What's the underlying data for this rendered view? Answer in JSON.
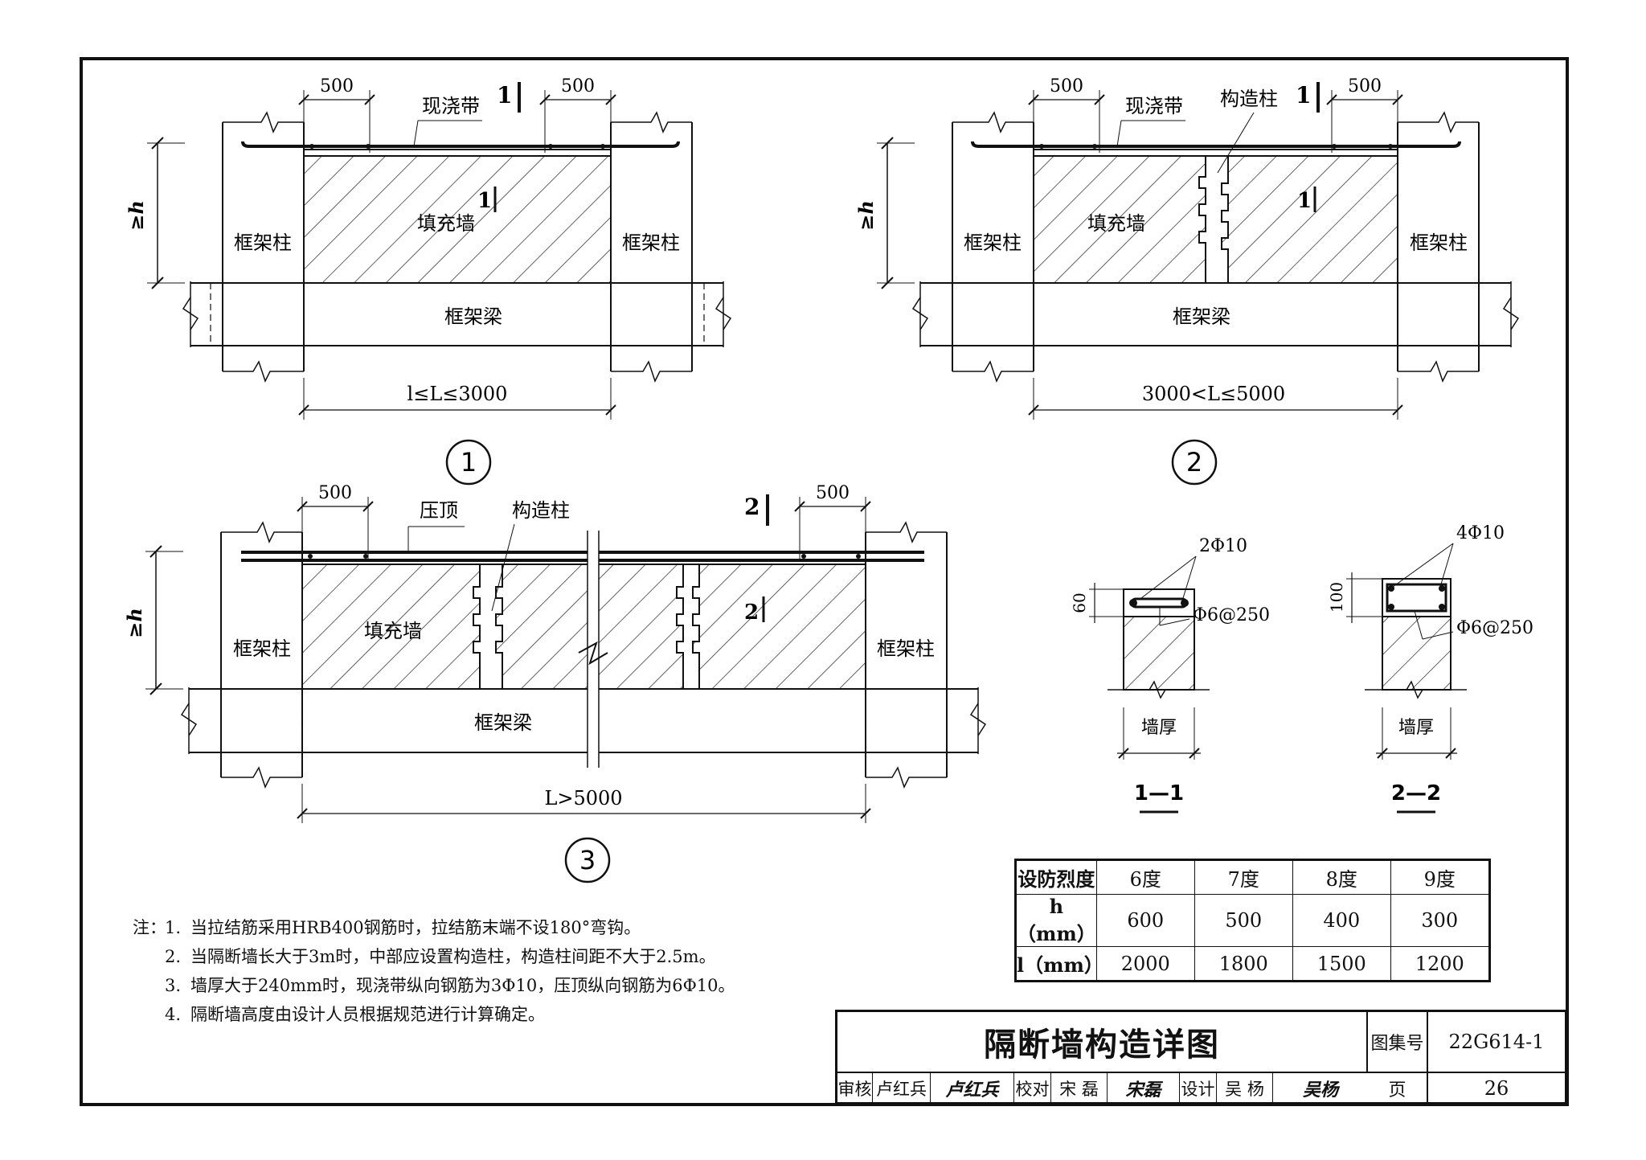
{
  "sheet": {
    "title": "隔断墙构造详图",
    "atlas_label": "图集号",
    "atlas_no": "22G614-1",
    "page_label": "页",
    "page_no": "26",
    "review_label": "审核",
    "review_name": "卢红兵",
    "review_sign": "卢红兵",
    "check_label": "校对",
    "check_name": "宋 磊",
    "check_sign": "宋磊",
    "design_label": "设计",
    "design_name": "吴 杨",
    "design_sign": "吴杨"
  },
  "diagrams": {
    "dim_500": "500",
    "cast_band": "现浇带",
    "struct_col": "构造柱",
    "coping": "压顶",
    "fill_wall": "填充墙",
    "frame_col": "框架柱",
    "frame_beam": "框架梁",
    "h_label": "≥h",
    "sec1_mark": "1",
    "sec2_mark": "2",
    "span1": "l≤L≤3000",
    "span2": "3000<L≤5000",
    "span3": "L>5000",
    "id1": "1",
    "id2": "2",
    "id3": "3"
  },
  "sections": {
    "s1": {
      "top_bar": "2Φ10",
      "stirrup": "Φ6@250",
      "height": "60",
      "width": "墙厚",
      "name": "1—1"
    },
    "s2": {
      "top_bar": "4Φ10",
      "stirrup": "Φ6@250",
      "height": "100",
      "width": "墙厚",
      "name": "2—2"
    }
  },
  "table": {
    "header": [
      "设防烈度",
      "6度",
      "7度",
      "8度",
      "9度"
    ],
    "rows": [
      [
        "h（mm）",
        "600",
        "500",
        "400",
        "300"
      ],
      [
        "l（mm）",
        "2000",
        "1800",
        "1500",
        "1200"
      ]
    ]
  },
  "notes": {
    "head": "注：",
    "items": [
      {
        "n": "1.",
        "t": "当拉结筋采用HRB400钢筋时，拉结筋末端不设180°弯钩。"
      },
      {
        "n": "2.",
        "t": "当隔断墙长大于3m时，中部应设置构造柱，构造柱间距不大于2.5m。"
      },
      {
        "n": "3.",
        "t": "墙厚大于240mm时，现浇带纵向钢筋为3Φ10，压顶纵向钢筋为6Φ10。"
      },
      {
        "n": "4.",
        "t": "隔断墙高度由设计人员根据规范进行计算确定。"
      }
    ]
  }
}
